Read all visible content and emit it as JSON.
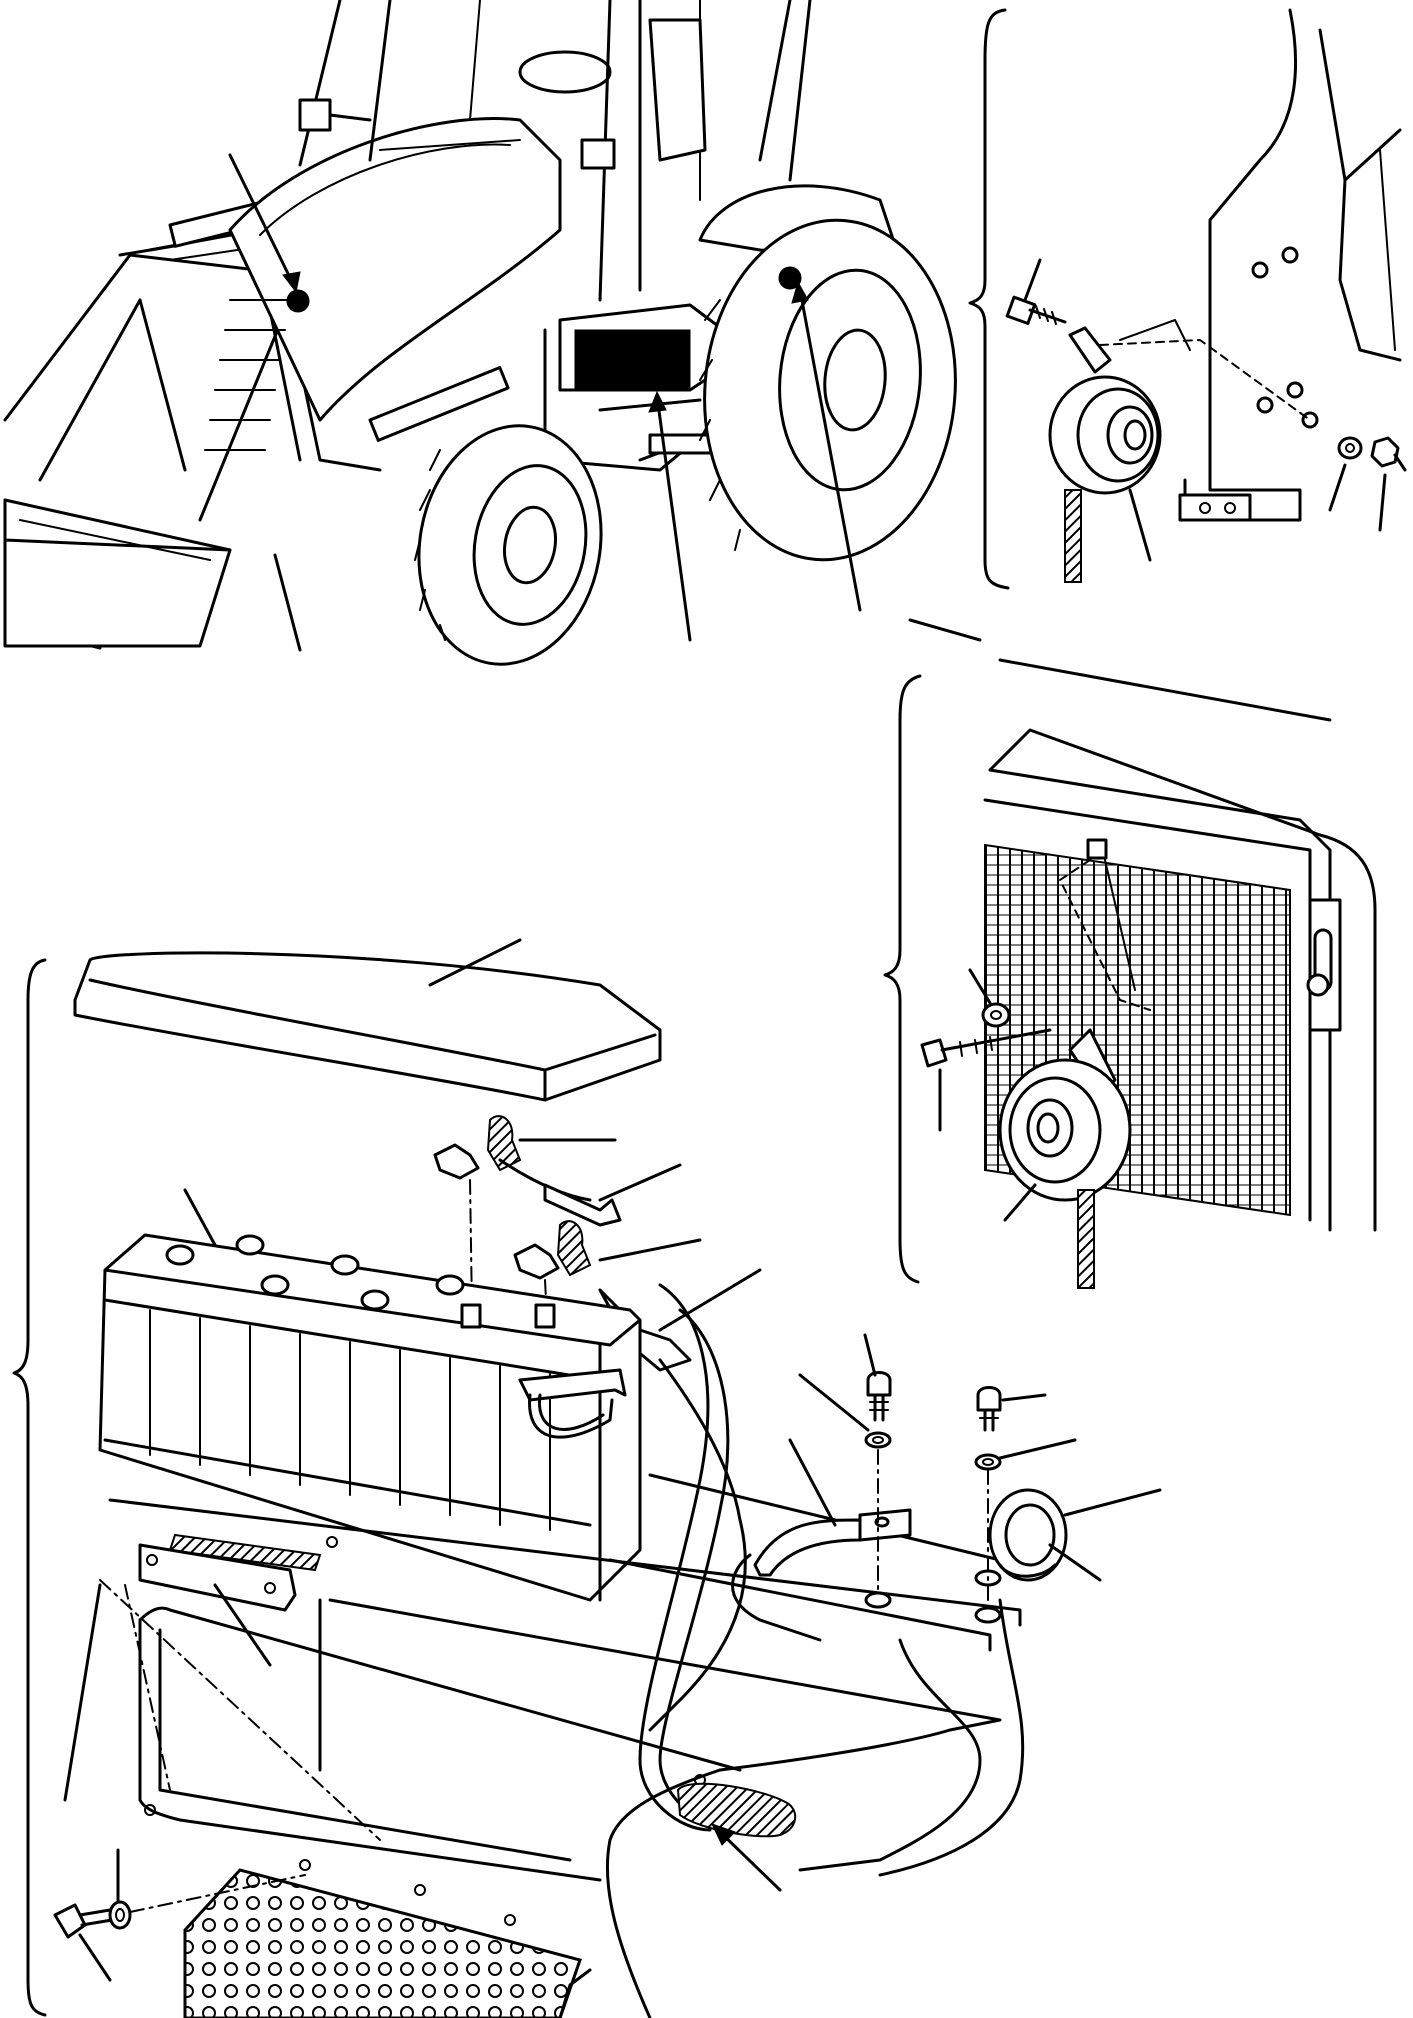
{
  "figure": {
    "panels": [
      {
        "id": "machine-overview",
        "label": ""
      },
      {
        "id": "horn-rear-mount",
        "label": ""
      },
      {
        "id": "horn-front-grille-mount",
        "label": ""
      },
      {
        "id": "battery-assembly",
        "label": ""
      }
    ],
    "callout_count": 26,
    "text_labels": []
  }
}
